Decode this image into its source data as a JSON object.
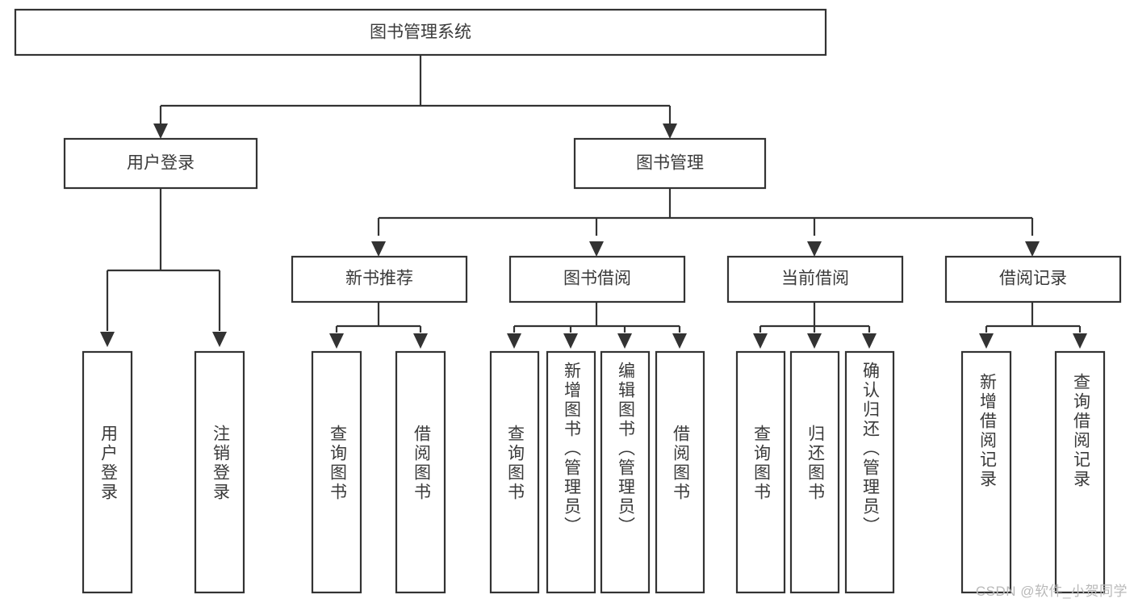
{
  "diagram": {
    "type": "tree-hierarchy",
    "title": "图书管理系统",
    "watermark": "CSDN @软件_小贺同学",
    "colors": {
      "box_stroke": "#333333",
      "box_fill": "#ffffff",
      "text": "#3a3a3a",
      "background": "#ffffff",
      "watermark": "#b9b9b9"
    },
    "levels": {
      "root": {
        "label": "图书管理系统",
        "orientation": "horizontal"
      },
      "level2": [
        {
          "label": "用户登录",
          "orientation": "horizontal"
        },
        {
          "label": "图书管理",
          "orientation": "horizontal"
        }
      ],
      "level3": [
        {
          "label": "新书推荐",
          "orientation": "horizontal",
          "parent": "图书管理"
        },
        {
          "label": "图书借阅",
          "orientation": "horizontal",
          "parent": "图书管理"
        },
        {
          "label": "当前借阅",
          "orientation": "horizontal",
          "parent": "图书管理"
        },
        {
          "label": "借阅记录",
          "orientation": "horizontal",
          "parent": "图书管理"
        }
      ],
      "leaves": [
        {
          "label": "用户登录",
          "orientation": "vertical",
          "parent": "用户登录"
        },
        {
          "label": "注销登录",
          "orientation": "vertical",
          "parent": "用户登录"
        },
        {
          "label": "查询图书",
          "orientation": "vertical",
          "parent": "新书推荐"
        },
        {
          "label": "借阅图书",
          "orientation": "vertical",
          "parent": "新书推荐"
        },
        {
          "label": "查询图书",
          "orientation": "vertical",
          "parent": "图书借阅"
        },
        {
          "label": "新增图书（管理员）",
          "orientation": "vertical",
          "parent": "图书借阅"
        },
        {
          "label": "编辑图书（管理员）",
          "orientation": "vertical",
          "parent": "图书借阅"
        },
        {
          "label": "借阅图书",
          "orientation": "vertical",
          "parent": "图书借阅"
        },
        {
          "label": "查询图书",
          "orientation": "vertical",
          "parent": "当前借阅"
        },
        {
          "label": "归还图书",
          "orientation": "vertical",
          "parent": "当前借阅"
        },
        {
          "label": "确认归还（管理员）",
          "orientation": "vertical",
          "parent": "当前借阅"
        },
        {
          "label": "新增借阅记录",
          "orientation": "vertical",
          "parent": "借阅记录"
        },
        {
          "label": "查询借阅记录",
          "orientation": "vertical",
          "parent": "借阅记录"
        }
      ]
    }
  }
}
